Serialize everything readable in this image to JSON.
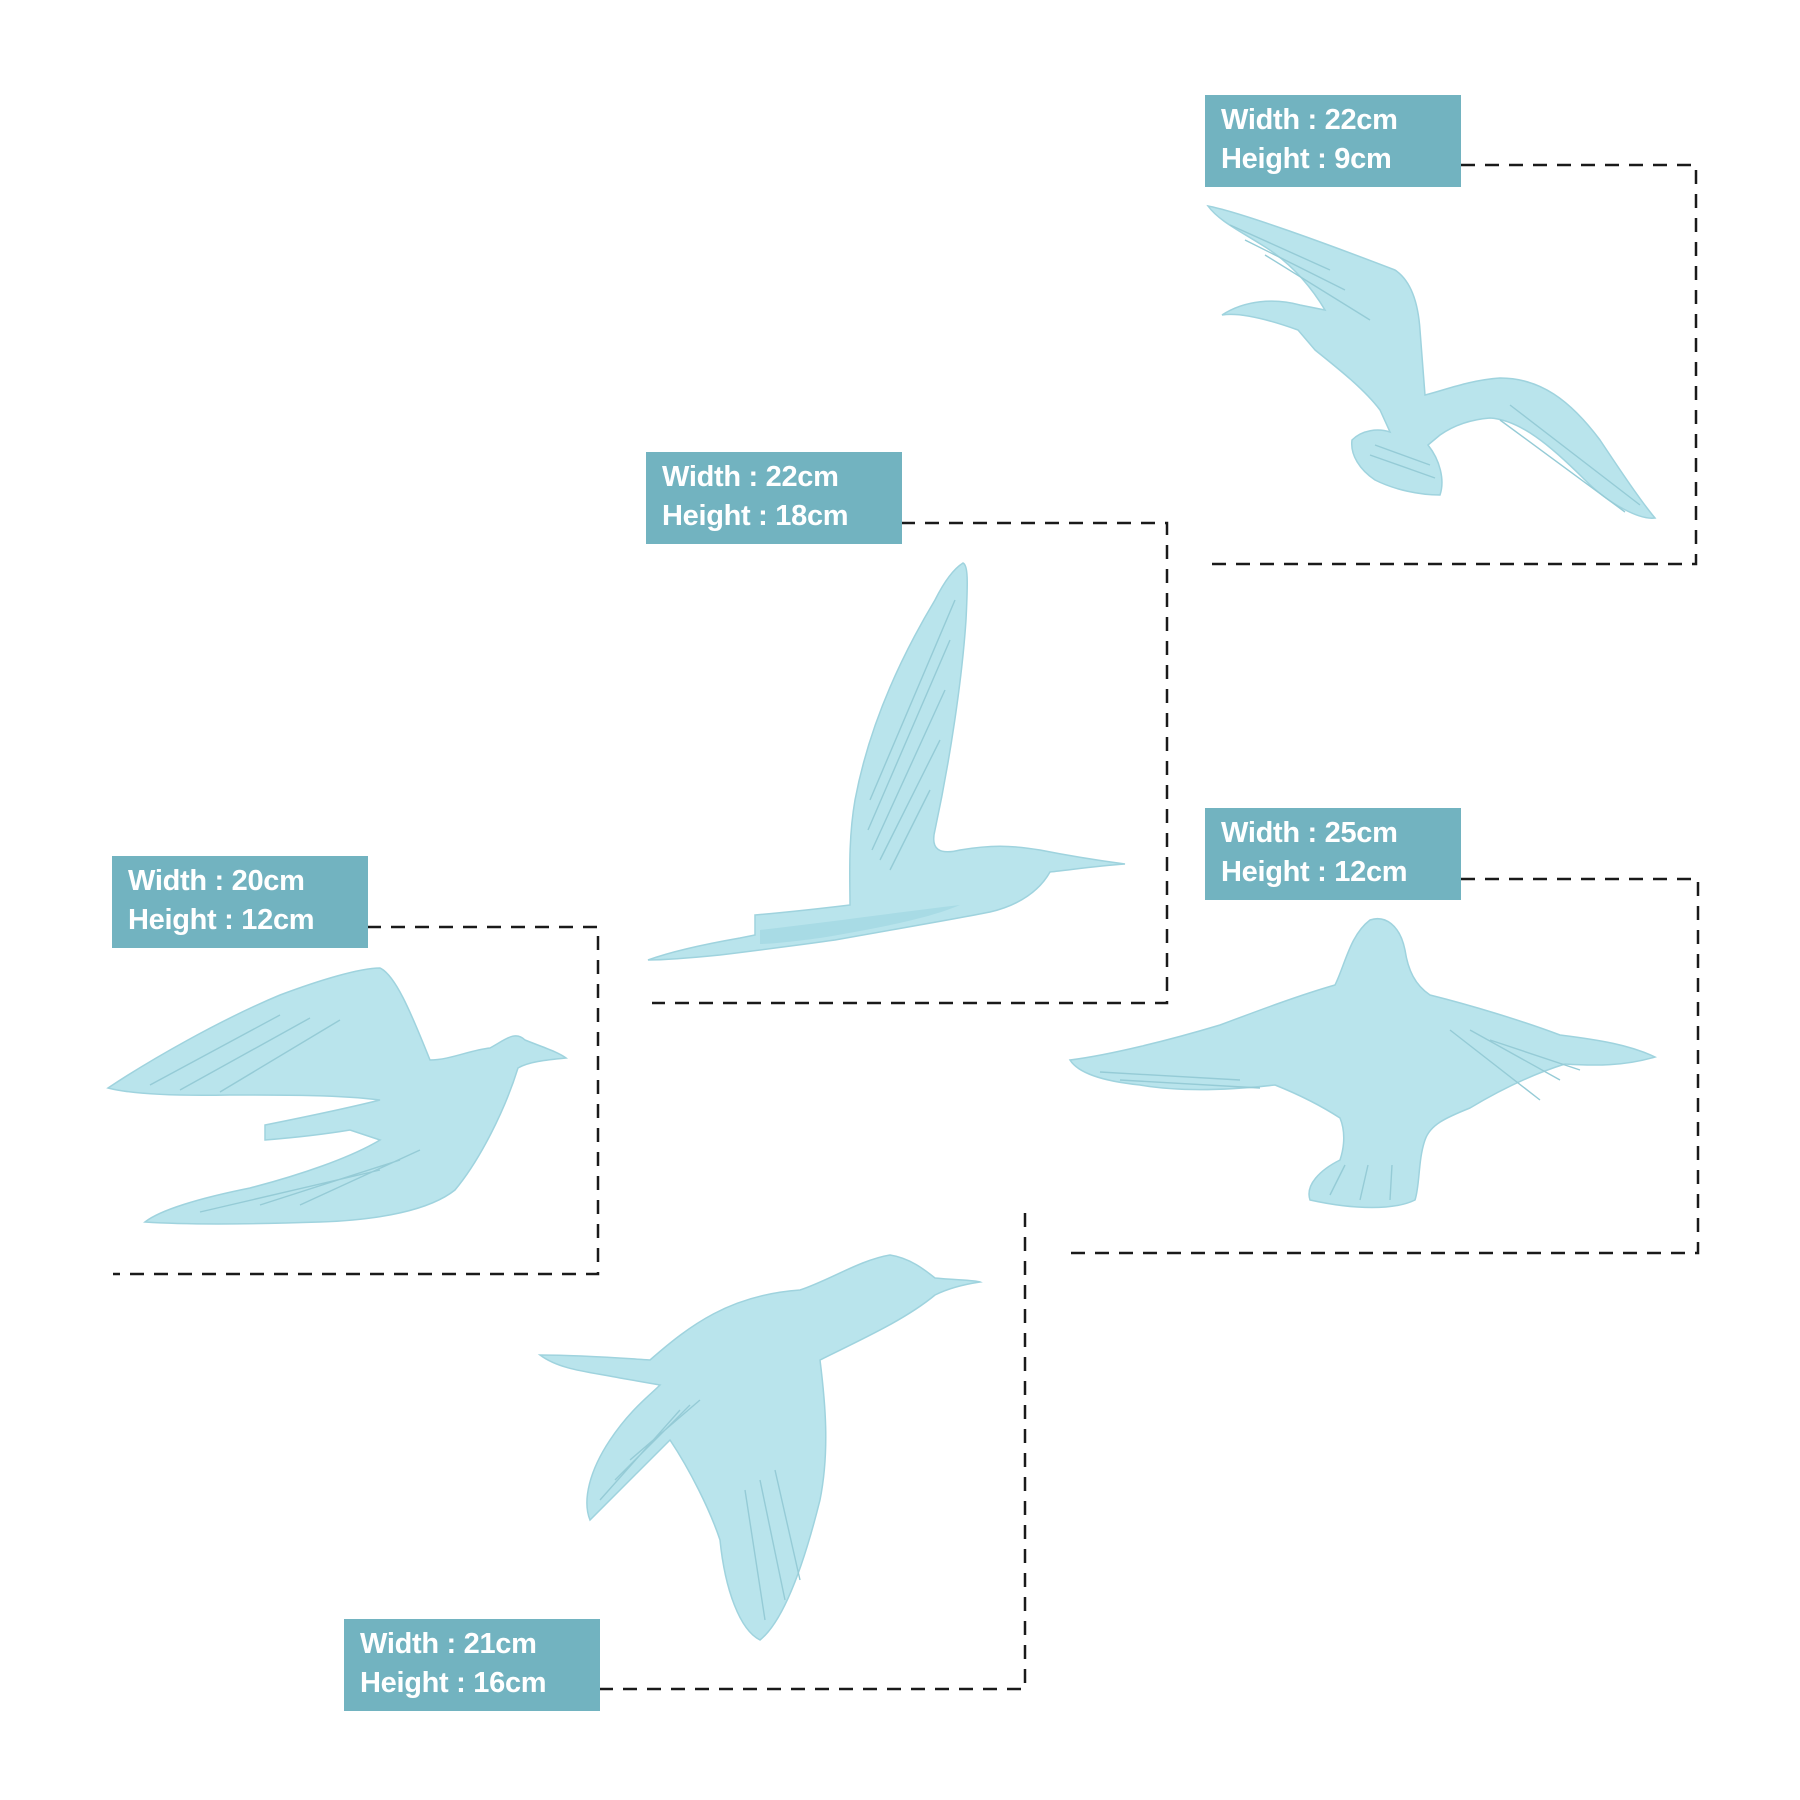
{
  "figures": [
    {
      "id": "bird-1",
      "width_label": "Width : 22cm",
      "height_label": "Height : 9cm"
    },
    {
      "id": "bird-2",
      "width_label": "Width : 22cm",
      "height_label": "Height : 18cm"
    },
    {
      "id": "bird-3",
      "width_label": "Width : 20cm",
      "height_label": "Height : 12cm"
    },
    {
      "id": "bird-4",
      "width_label": "Width : 25cm",
      "height_label": "Height : 12cm"
    },
    {
      "id": "bird-5",
      "width_label": "Width : 21cm",
      "height_label": "Height : 16cm"
    }
  ],
  "colors": {
    "label_bg": "#72b3c0",
    "label_text": "#ffffff",
    "bird": "#b9e4ec",
    "dash_line": "#1a1a1a"
  }
}
